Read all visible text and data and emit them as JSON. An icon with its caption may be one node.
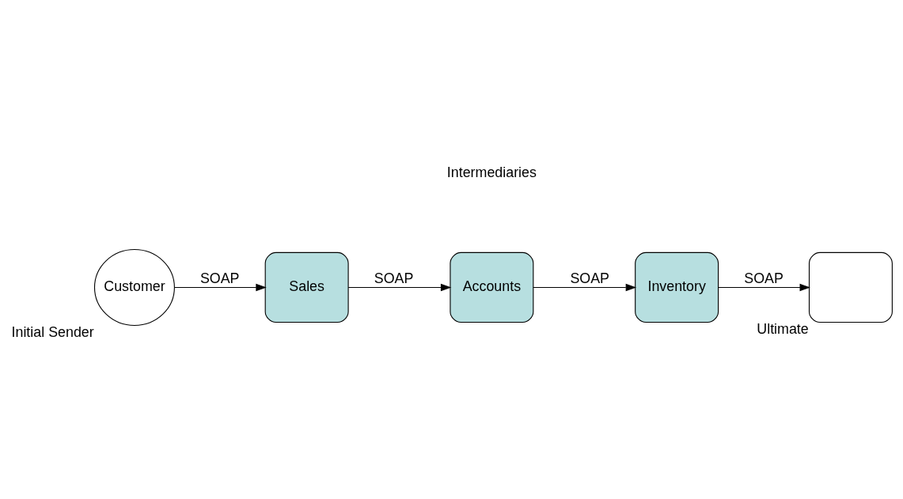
{
  "diagram": {
    "nodes": [
      {
        "text": [
          "Customer"
        ],
        "beside": [
          "Initial Sender"
        ]
      },
      {
        "text": [
          "Sales"
        ]
      },
      {
        "text": [
          "Accounts"
        ]
      },
      {
        "text": [
          "Inventory"
        ]
      },
      {
        "text": [],
        "shape": "box",
        "beside": [
          "Ultimate"
        ]
      }
    ],
    "edges": [
      {
        "from": 0,
        "to": 1,
        "arrow": "to",
        "label": "SOAP"
      },
      {
        "from": 1,
        "to": 2,
        "arrow": "to",
        "label": "SOAP"
      },
      {
        "from": 2,
        "to": 3,
        "arrow": "to",
        "label": "SOAP"
      },
      {
        "from": 3,
        "to": 4,
        "arrow": "to",
        "label": "SOAP"
      }
    ],
    "labels": [
      "Intermediaries"
    ]
  }
}
